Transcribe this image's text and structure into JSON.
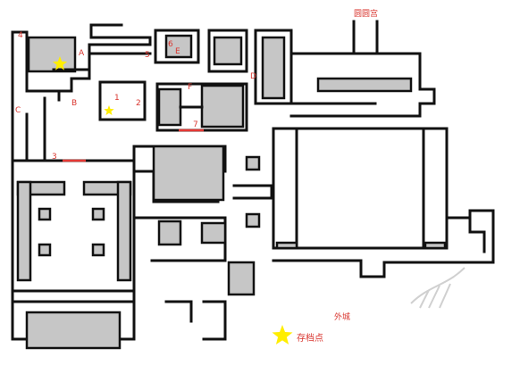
{
  "map": {
    "region_labels": {
      "r4": "4",
      "rA": "A",
      "rB": "B",
      "rC": "C",
      "r1": "1",
      "r2": "2",
      "r3": "3",
      "r5": "5",
      "r6": "6",
      "rE": "E",
      "rD": "D",
      "rF": "F",
      "r7": "7",
      "yuanming": "圆圆宫",
      "waicheng": "外城"
    },
    "legend": {
      "save_point_label": "存档点",
      "marker_icon": "star-icon",
      "marker_color": "#ffee00"
    },
    "colors": {
      "label": "#d9362f",
      "door": "#e53935",
      "block": "#c6c6c6",
      "wall": "#111111"
    }
  }
}
